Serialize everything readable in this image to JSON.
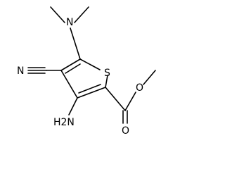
{
  "structure": {
    "atoms": {
      "sulfur": "S",
      "nitrogen_dimethylamino": "N",
      "nitrogen_nitrile": "N",
      "amino": "H2N",
      "ester_carbonyl_oxygen": "O",
      "ester_ether_oxygen": "O"
    }
  }
}
